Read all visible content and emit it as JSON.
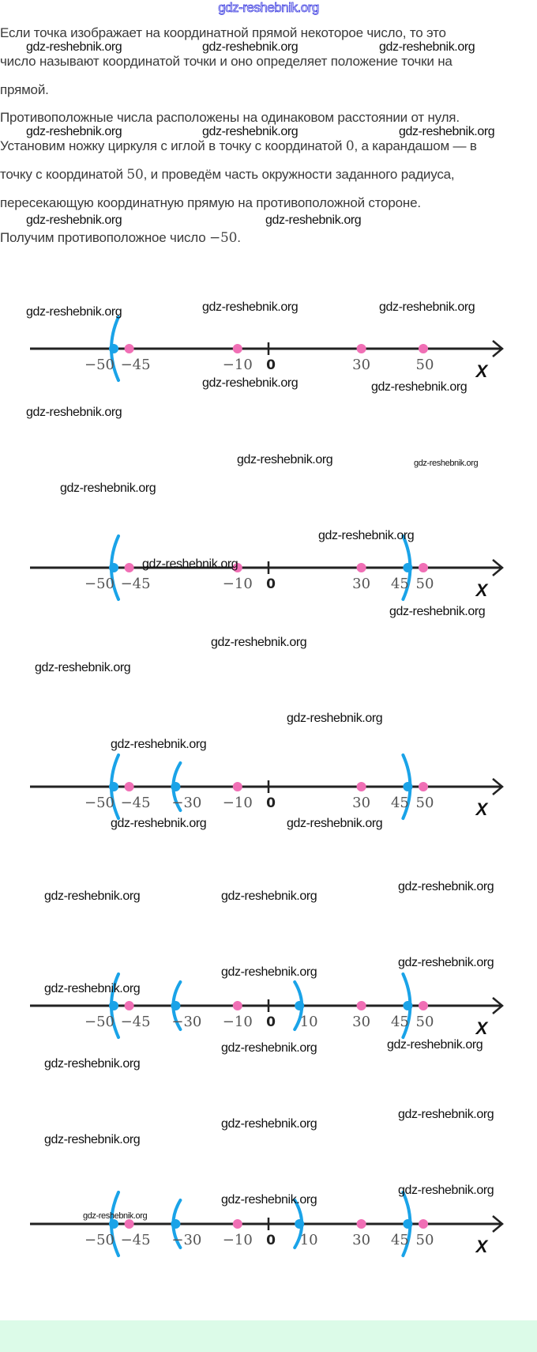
{
  "header": {
    "site": "gdz-reshebnik.org"
  },
  "watermark": "gdz-reshebnik.org",
  "paragraphs": [
    "Если точка изображает на координатной прямой некоторое число, то это",
    "число называют координатой точки и оно определяет положение точки на",
    "прямой.",
    "Противоположные числа расположены на одинаковом расстоянии от нуля.",
    {
      "pre": "Установим ножку циркуля с иглой в точку с координатой ",
      "math": "0",
      "post": ", а карандашом — в"
    },
    {
      "pre": "точку с координатой ",
      "math": "50",
      "post": ", и проведём часть окружности заданного радиуса,"
    },
    "пересекающую координатную прямую на противоположной стороне.",
    {
      "pre": "Получим противоположное число ",
      "math": "−50",
      "post": "."
    }
  ],
  "colors": {
    "pink": "#f06fb5",
    "blue": "#1aa3e8",
    "axis": "#222222",
    "footer": "#dcfbe8"
  },
  "number_lines": [
    {
      "axis_label": "X",
      "zero_label": "0",
      "pink": [
        -45,
        -10,
        30,
        50
      ],
      "blue": [
        -50
      ],
      "arcs": [
        {
          "at": -50,
          "dir": "left",
          "size": "large"
        }
      ],
      "labels": [
        -50,
        -45,
        -10,
        30,
        50
      ]
    },
    {
      "axis_label": "X",
      "zero_label": "0",
      "pink": [
        -45,
        -10,
        30,
        50
      ],
      "blue": [
        -50,
        45
      ],
      "arcs": [
        {
          "at": -50,
          "dir": "left",
          "size": "large"
        },
        {
          "at": 45,
          "dir": "right",
          "size": "large"
        }
      ],
      "labels": [
        -50,
        -45,
        -10,
        30,
        45,
        50
      ]
    },
    {
      "axis_label": "X",
      "zero_label": "0",
      "pink": [
        -45,
        -10,
        30,
        50
      ],
      "blue": [
        -50,
        -30,
        45
      ],
      "arcs": [
        {
          "at": -50,
          "dir": "left",
          "size": "large"
        },
        {
          "at": -30,
          "dir": "left",
          "size": "small"
        },
        {
          "at": 45,
          "dir": "right",
          "size": "large"
        }
      ],
      "labels": [
        -50,
        -45,
        -30,
        -10,
        30,
        45,
        50
      ]
    },
    {
      "axis_label": "X",
      "zero_label": "0",
      "pink": [
        -45,
        -10,
        30,
        50
      ],
      "blue": [
        -50,
        -30,
        10,
        45
      ],
      "arcs": [
        {
          "at": -50,
          "dir": "left",
          "size": "large"
        },
        {
          "at": -30,
          "dir": "left",
          "size": "small"
        },
        {
          "at": 10,
          "dir": "right",
          "size": "small"
        },
        {
          "at": 45,
          "dir": "right",
          "size": "large"
        }
      ],
      "labels": [
        -50,
        -45,
        -30,
        -10,
        10,
        30,
        45,
        50
      ]
    },
    {
      "axis_label": "X",
      "zero_label": "0",
      "pink": [
        -45,
        -10,
        30,
        50
      ],
      "blue": [
        -50,
        -30,
        10,
        45
      ],
      "arcs": [
        {
          "at": -50,
          "dir": "left",
          "size": "large"
        },
        {
          "at": -30,
          "dir": "left",
          "size": "small"
        },
        {
          "at": 10,
          "dir": "right",
          "size": "small"
        },
        {
          "at": 45,
          "dir": "right",
          "size": "large"
        }
      ],
      "labels": [
        -50,
        -45,
        -30,
        -10,
        10,
        30,
        45,
        50
      ]
    }
  ]
}
